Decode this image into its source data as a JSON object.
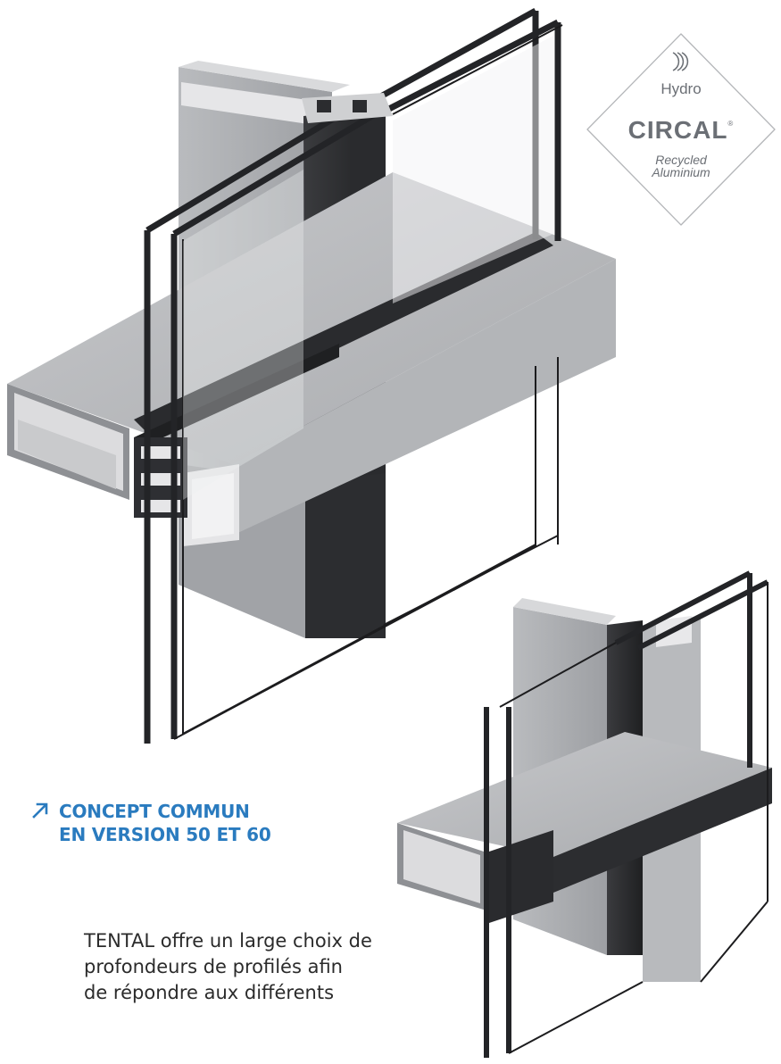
{
  "badge": {
    "brand": "Hydro",
    "product": "CIRCAL",
    "mark": "®",
    "sub1": "Recycled",
    "sub2": "Aluminium"
  },
  "section": {
    "heading_line1": "CONCEPT COMMUN",
    "heading_line2": "EN VERSION 50 ET 60",
    "body_line1": "TENTAL offre un large choix de",
    "body_line2": "profondeurs de profilés afin",
    "body_line3": "de répondre aux différents"
  },
  "colors": {
    "accent": "#2a7bbf",
    "text": "#2b2b2b",
    "badge_grey": "#6b6f75",
    "aluminium": "#a7a9ac",
    "profile_dark": "#2c2d30"
  }
}
